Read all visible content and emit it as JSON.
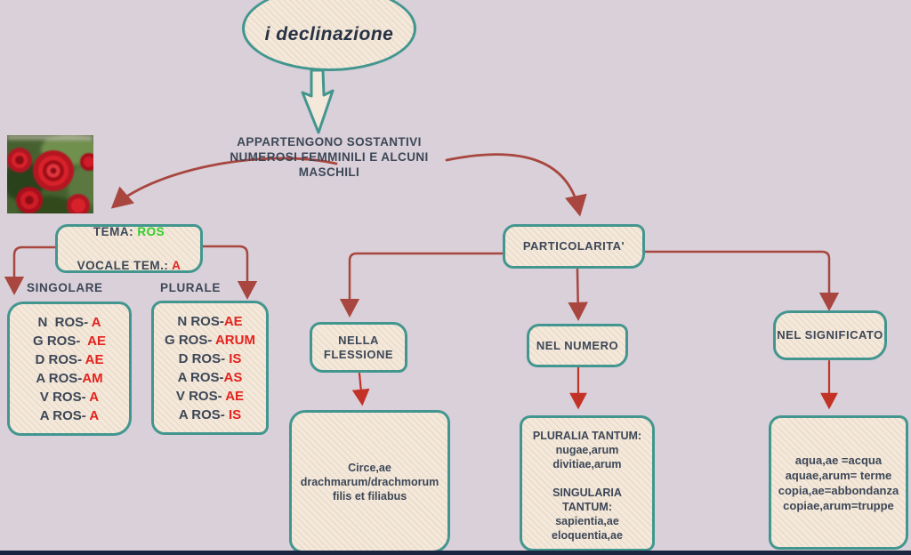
{
  "title": {
    "text": "i declinazione"
  },
  "intro": {
    "text": "APPARTENGONO SOSTANTIVI\nNUMEROSI FEMMINILI E ALCUNI\nMASCHILI"
  },
  "tema": {
    "line1_label": "TEMA: ",
    "line1_value": "ROS",
    "line2_label": "VOCALE TEM.: ",
    "line2_value": "A",
    "value1_color": "#2fce29",
    "value2_color": "#e3231e"
  },
  "labels": {
    "singolare": "SINGOLARE",
    "plurale": "PLURALE"
  },
  "singular": {
    "rows": [
      {
        "stem": "N  ROS-",
        "ending": " A"
      },
      {
        "stem": "G ROS-",
        "ending": "  AE"
      },
      {
        "stem": "D ROS-",
        "ending": " AE"
      },
      {
        "stem": "A ROS-",
        "ending": "AM"
      },
      {
        "stem": "V ROS-",
        "ending": " A"
      },
      {
        "stem": "A ROS-",
        "ending": " A"
      }
    ]
  },
  "plural": {
    "rows": [
      {
        "stem": "N ROS-",
        "ending": "AE"
      },
      {
        "stem": "G ROS-",
        "ending": " ARUM"
      },
      {
        "stem": "D ROS-",
        "ending": " IS"
      },
      {
        "stem": "A ROS-",
        "ending": "AS"
      },
      {
        "stem": "V ROS-",
        "ending": " AE"
      },
      {
        "stem": "A ROS-",
        "ending": " IS"
      }
    ]
  },
  "particolarita": {
    "label": "PARTICOLARITA'"
  },
  "branches": {
    "flessione": {
      "label": "NELLA\nFLESSIONE",
      "detail": "Circe,ae\ndrachmarum/drachmorum\nfilis et filiabus"
    },
    "numero": {
      "label": "NEL NUMERO",
      "detail": "PLURALIA TANTUM:\nnugae,arum\ndivitiae,arum\n\nSINGULARIA\nTANTUM:\nsapientia,ae\neloquentia,ae"
    },
    "significato": {
      "label": "NEL SIGNIFICATO",
      "detail": "aqua,ae =acqua\naquae,arum= terme\ncopia,ae=abbondanza\ncopiae,arum=truppe"
    }
  },
  "icons": {
    "rose_photo": "red-roses-photo",
    "block_arrow": "down-block-arrow"
  },
  "colors": {
    "background": "#d9d0d9",
    "box_fill": "#f3e8da",
    "box_border_teal": "#43968f",
    "arrow_maroon": "#a8463f",
    "arrow_bright_red": "#c23227",
    "text_dark": "#3d4757",
    "ending_red": "#e3231e",
    "stem_green": "#2fce29",
    "bottom_bar": "#1b2540"
  }
}
